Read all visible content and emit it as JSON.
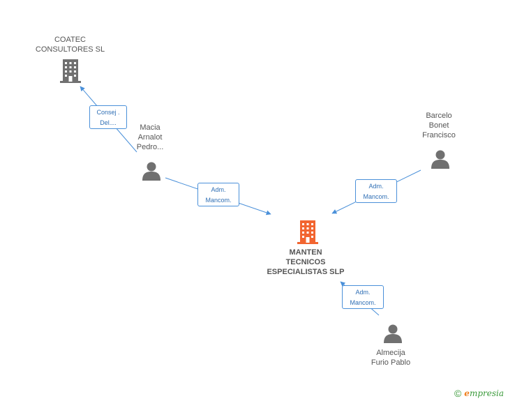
{
  "nodes": {
    "coatec": {
      "line1": "COATEC",
      "line2": "CONSULTORES SL"
    },
    "macia": {
      "line1": "Macia",
      "line2": "Arnalot",
      "line3": "Pedro..."
    },
    "barcelo": {
      "line1": "Barcelo",
      "line2": "Bonet",
      "line3": "Francisco"
    },
    "manten": {
      "line1": "MANTEN",
      "line2": "TECNICOS",
      "line3": "ESPECIALISTAS SLP"
    },
    "almecija": {
      "line1": "Almecija",
      "line2": "Furio Pablo"
    }
  },
  "roles": {
    "consej": {
      "line1": "Consej .",
      "line2": "Del...."
    },
    "macia_adm": {
      "line1": "Adm.",
      "line2": "Mancom."
    },
    "barcelo_adm": {
      "line1": "Adm.",
      "line2": "Mancom."
    },
    "almecija_adm": {
      "line1": "Adm.",
      "line2": "Mancom."
    }
  },
  "footer": {
    "copyright_symbol": "©",
    "brand_initial": "e",
    "brand_rest": "mpresia"
  },
  "colors": {
    "main_company": "#f26530",
    "company": "#707070",
    "person": "#707070",
    "edge": "#4a90d9",
    "role_text": "#2f6fb5",
    "brand_green": "#3a9a3a",
    "brand_orange": "#f08020"
  },
  "icons": {
    "company": "building-icon",
    "person": "person-icon"
  }
}
